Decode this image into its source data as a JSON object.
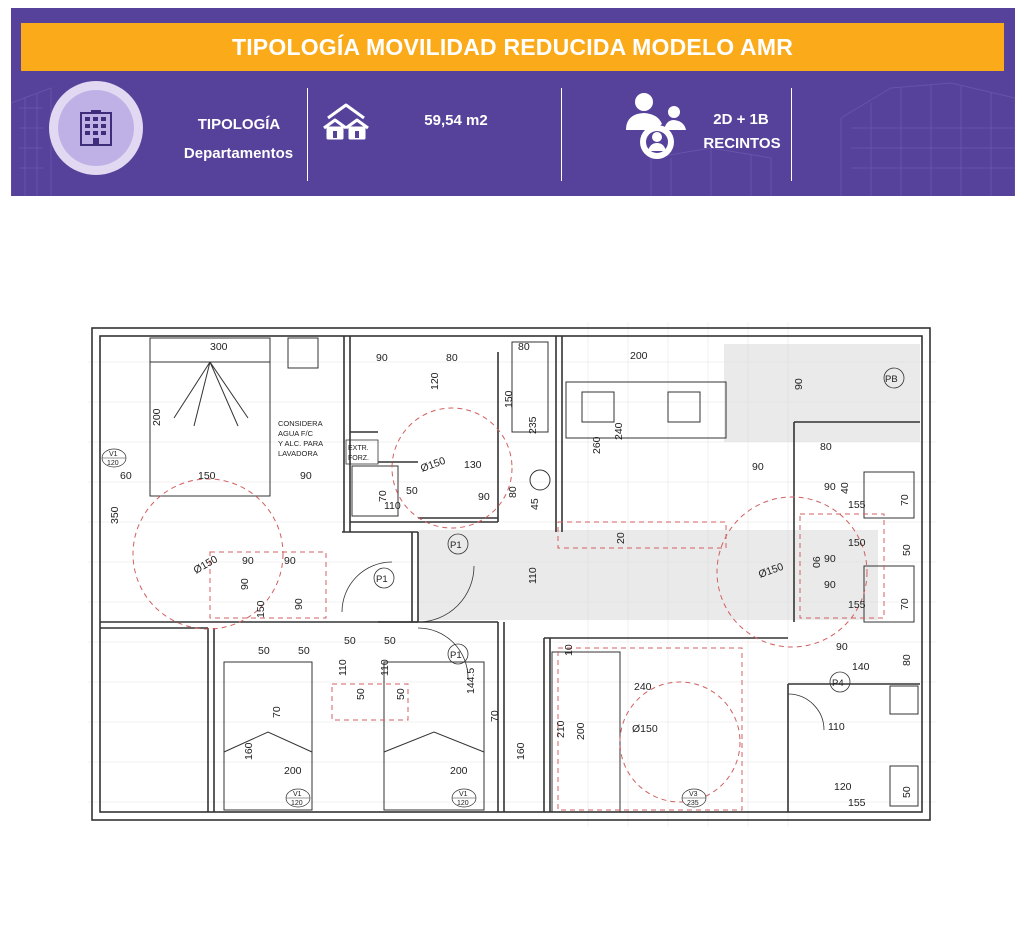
{
  "header": {
    "title": "TIPOLOGÍA MOVILIDAD REDUCIDA MODELO AMR",
    "colors": {
      "banner": "#56429a",
      "title_bar": "#fbaa1a",
      "badge": "#bfb1e6"
    },
    "typology_label": "TIPOLOGÍA",
    "typology_value": "Departamentos",
    "area": "59,54 m2",
    "rooms_line1": "2D + 1B",
    "rooms_line2": "RECINTOS",
    "icons": [
      "building-icon",
      "houses-icon",
      "family-icon"
    ]
  },
  "plan": {
    "note_lines": [
      "CONSIDERA",
      "AGUA F/C",
      "Y ALC. PARA",
      "LAVADORA"
    ],
    "extr_label": [
      "EXTR.",
      "FORZ."
    ],
    "dims": {
      "d300": "300",
      "d200_bed": "200",
      "d150_bed": "150",
      "d90_bed": "90",
      "d60": "60",
      "d350": "350",
      "d90_a": "90",
      "d80_a": "80",
      "d120_a": "120",
      "d80_b": "80",
      "d150_a": "150",
      "d235": "235",
      "d130": "130",
      "d90_b": "90",
      "d80_c": "80",
      "d45": "45",
      "d70_a": "70",
      "d50_a": "50",
      "d110_a": "110",
      "d200_a": "200",
      "d260": "260",
      "d240_a": "240",
      "d20": "20",
      "d110_b": "110",
      "d90_c": "90",
      "d90_d": "90",
      "d90_e": "90",
      "d150_b": "150",
      "d90_f": "90",
      "d50_b": "50",
      "d50_c": "50",
      "d50_d": "50",
      "d50_e": "50",
      "d110_c": "110",
      "d110_d": "110",
      "d50_f": "50",
      "d50_g": "50",
      "d70_b": "70",
      "d160_a": "160",
      "d200_b": "200",
      "d200_c": "200",
      "d70_c": "70",
      "d160_b": "160",
      "d144": "144.5",
      "d10": "10",
      "d240_b": "240",
      "d210": "210",
      "d200_d": "200",
      "d90_pb": "90",
      "d80_d": "80",
      "d90_g": "90",
      "d90_h": "90",
      "d40": "40",
      "d155_a": "155",
      "d70_d": "70",
      "d150_c": "150",
      "d90_i": "90",
      "d50_h": "50",
      "d90_j": "90",
      "d06": "06",
      "d155_b": "155",
      "d70_e": "70",
      "d90_k": "90",
      "d140": "140",
      "d80_e": "80",
      "d110_e": "110",
      "d120_b": "120",
      "d155_c": "155",
      "d50_i": "50"
    },
    "turning": {
      "t1": "Ø150",
      "t2": "Ø150",
      "t3": "Ø150",
      "t4": "Ø150"
    },
    "doors": {
      "p1a": "P1",
      "p1b": "P1",
      "p1c": "P1",
      "p4": "P4",
      "pb": "PB"
    },
    "windows": {
      "v1_left_top": "V1",
      "v1_left_bot": "120",
      "v1_mid_top": "V1",
      "v1_mid_bot": "120",
      "v1_right_top": "V1",
      "v1_right_bot": "120",
      "v3_top": "V3",
      "v3_bot": "235"
    }
  }
}
